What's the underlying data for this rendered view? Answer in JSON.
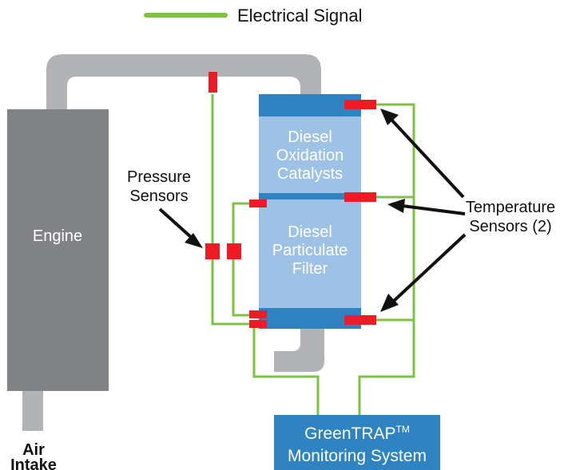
{
  "legend": {
    "label": "Electrical Signal"
  },
  "engine": {
    "label": "Engine"
  },
  "air_intake": {
    "line1": "Air",
    "line2": "Intake"
  },
  "doc": {
    "line1": "Diesel",
    "line2": "Oxidation",
    "line3": "Catalysts"
  },
  "dpf": {
    "line1": "Diesel",
    "line2": "Particulate",
    "line3": "Filter"
  },
  "pressure_sensors": {
    "line1": "Pressure",
    "line2": "Sensors"
  },
  "temperature_sensors": {
    "line1": "Temperature",
    "line2": "Sensors (2)"
  },
  "monitor": {
    "line1": "GreenTRAP",
    "trademark": "TM",
    "line2": "Monitoring System"
  },
  "colors": {
    "signal_wire": "#7dc242",
    "sensor": "#ed1c24",
    "pipe": "#b1b3b6",
    "engine": "#808285",
    "cap_blue": "#2e83c0",
    "chamber_blue": "#9ec2e5",
    "monitor_blue": "#2e83c0"
  }
}
